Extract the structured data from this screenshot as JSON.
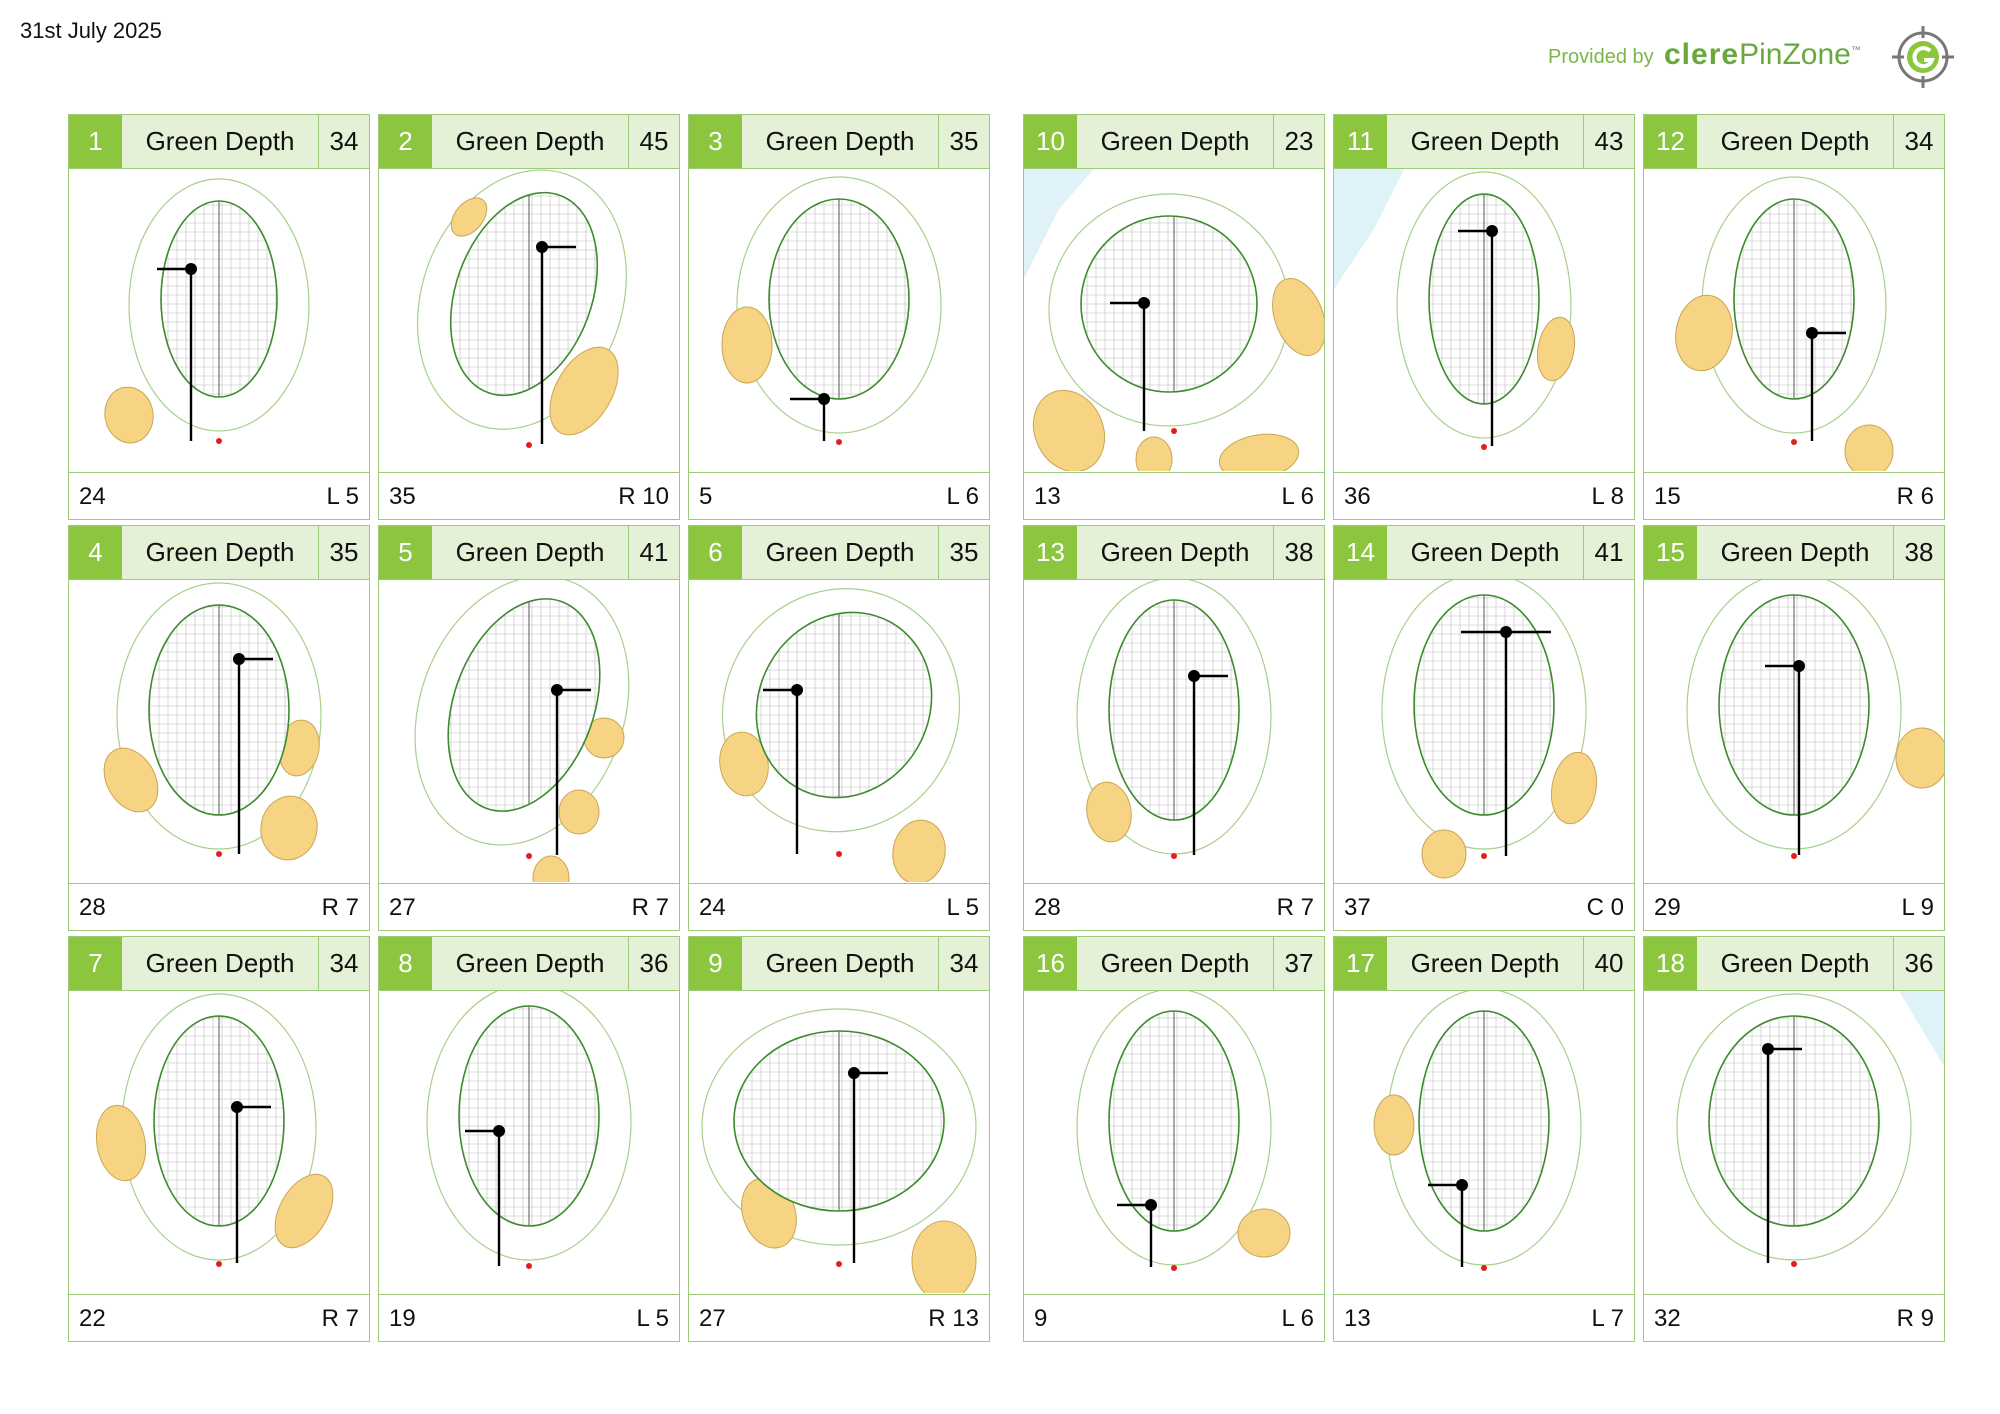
{
  "date": "31st July 2025",
  "provided_by": "Provided by",
  "brand_part1": "clere",
  "brand_part2": "PinZone",
  "brand_tm": "™",
  "label": "Green Depth",
  "holes": [
    {
      "num": "1",
      "depth": "34",
      "dist": "24",
      "side": "L 5"
    },
    {
      "num": "2",
      "depth": "45",
      "dist": "35",
      "side": "R 10"
    },
    {
      "num": "3",
      "depth": "35",
      "dist": "5",
      "side": "L 6"
    },
    {
      "num": "10",
      "depth": "23",
      "dist": "13",
      "side": "L 6"
    },
    {
      "num": "11",
      "depth": "43",
      "dist": "36",
      "side": "L 8"
    },
    {
      "num": "12",
      "depth": "34",
      "dist": "15",
      "side": "R 6"
    },
    {
      "num": "4",
      "depth": "35",
      "dist": "28",
      "side": "R 7"
    },
    {
      "num": "5",
      "depth": "41",
      "dist": "27",
      "side": "R 7"
    },
    {
      "num": "6",
      "depth": "35",
      "dist": "24",
      "side": "L 5"
    },
    {
      "num": "13",
      "depth": "38",
      "dist": "28",
      "side": "R 7"
    },
    {
      "num": "14",
      "depth": "41",
      "dist": "37",
      "side": "C 0"
    },
    {
      "num": "15",
      "depth": "38",
      "dist": "29",
      "side": "L 9"
    },
    {
      "num": "7",
      "depth": "34",
      "dist": "22",
      "side": "R 7"
    },
    {
      "num": "8",
      "depth": "36",
      "dist": "19",
      "side": "L 5"
    },
    {
      "num": "9",
      "depth": "34",
      "dist": "27",
      "side": "R 13"
    },
    {
      "num": "16",
      "depth": "37",
      "dist": "9",
      "side": "L 6"
    },
    {
      "num": "17",
      "depth": "40",
      "dist": "13",
      "side": "L 7"
    },
    {
      "num": "18",
      "depth": "36",
      "dist": "32",
      "side": "R 9"
    }
  ],
  "colors": {
    "accent": "#8cc63f",
    "header_bg": "#e4f1d6",
    "border": "#9dc97a",
    "green_outline": "#3d8a2e",
    "fringe": "#a8d08d",
    "bunker": "#f6d483",
    "water": "#dff2f8",
    "pin": "#000000",
    "front_marker": "#e02020"
  }
}
